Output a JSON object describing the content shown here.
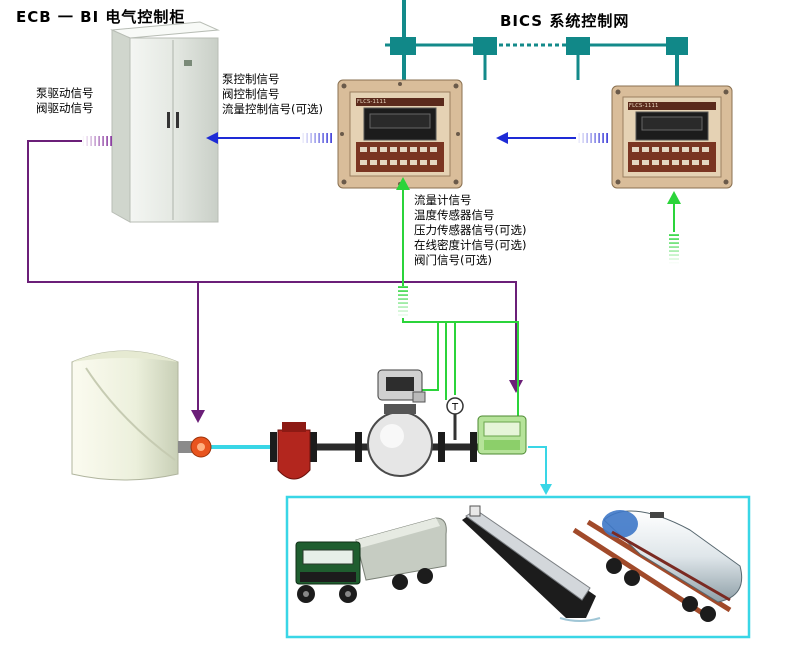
{
  "titles": {
    "cabinet": "ECB 一 BI 电气控制柜",
    "network": "BICS 系统控制网"
  },
  "labels": {
    "drive_signals": [
      "泵驱动信号",
      "阀驱动信号"
    ],
    "control_signals": [
      "泵控制信号",
      "阀控制信号",
      "流量控制信号(可选)"
    ],
    "sensor_signals": [
      "流量计信号",
      "温度传感器信号",
      "压力传感器信号(可选)",
      "在线密度计信号(可选)",
      "阀门信号(可选)"
    ]
  },
  "controller_model": "FLCS-1111",
  "colors": {
    "network": "#138a8a",
    "drive_line": "#6b1f78",
    "control_arrow": "#1e2bd6",
    "sensor_line": "#2bd43a",
    "pipe": "#39d6e6",
    "output_box": "#39d6e6"
  },
  "icons": [
    "electrical-cabinet",
    "controller-unit",
    "storage-tank",
    "pump",
    "strainer",
    "flow-meter",
    "thermometer",
    "control-valve",
    "tanker-truck",
    "tanker-ship",
    "rail-tank-car"
  ]
}
